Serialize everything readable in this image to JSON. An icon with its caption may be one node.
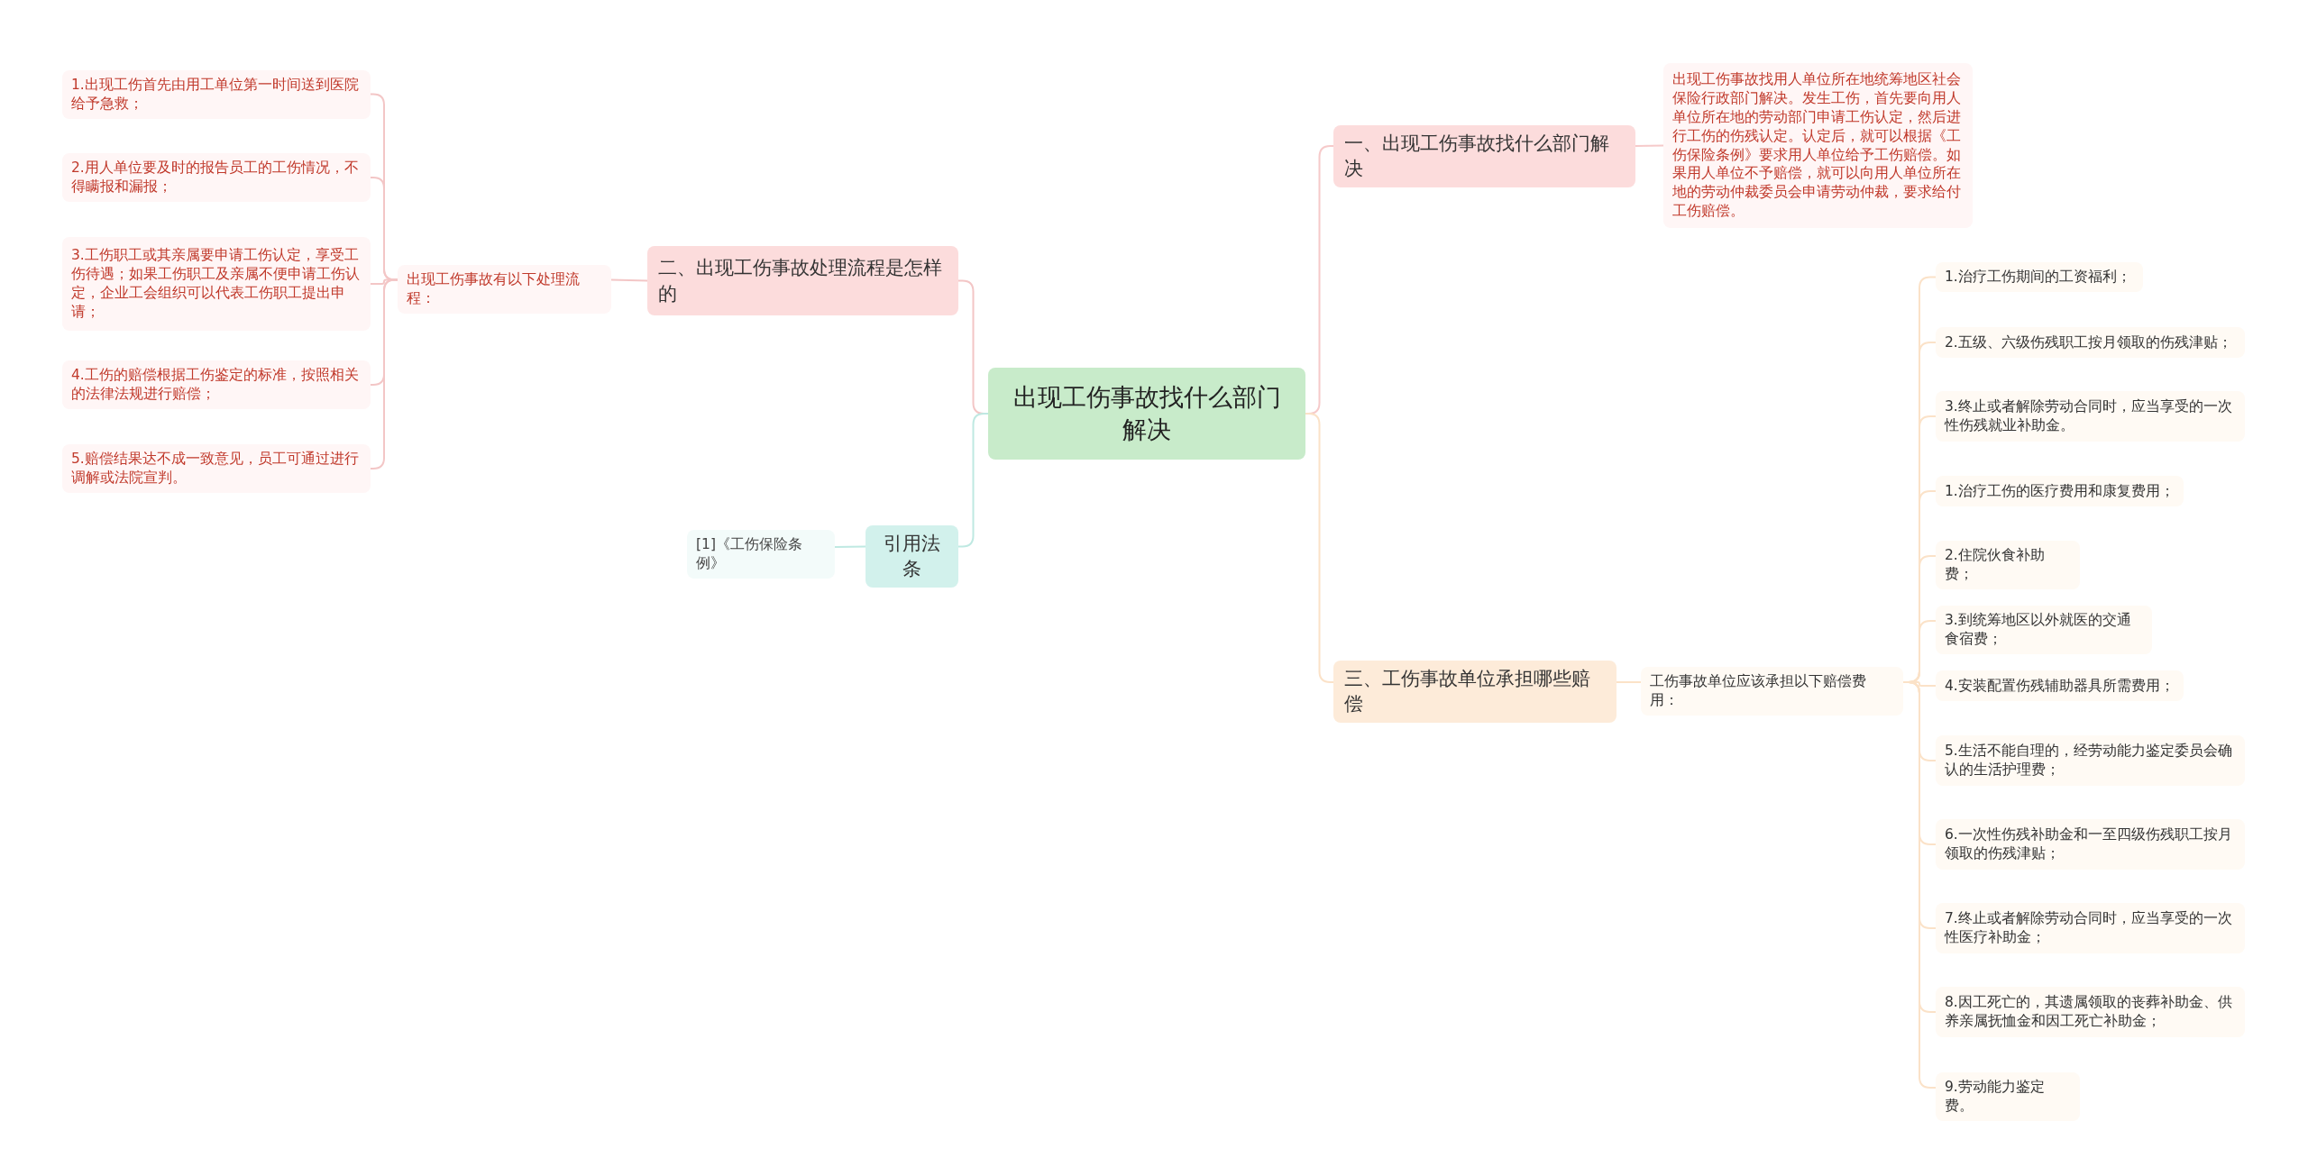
{
  "diagram": {
    "nodes": [
      {
        "text": [
          "出现工伤事故找什么部门解决"
        ]
      },
      {
        "text": [
          "一、出现工伤事故找什么部门解决"
        ]
      },
      {
        "text": [
          "出现工伤事故找用人单位所在地统筹地区社会保险行政部门解决。发生工伤，首先要向用人单位所在地的劳动部门申请工伤认定，然后进行工伤的伤残认定。认定后，就可以根据《工伤保险条例》要求用人单位给予工伤赔偿。如果用人单位不予赔偿，就可以向用人单位所在地的劳动仲裁委员会申请劳动仲裁，要求给付工伤赔偿。"
        ]
      },
      {
        "text": [
          "二、出现工伤事故处理流程是怎样的"
        ]
      },
      {
        "text": [
          "出现工伤事故有以下处理流程："
        ]
      },
      {
        "text": [
          "1.出现工伤首先由用工单位第一时间送到医院给予急救；"
        ]
      },
      {
        "text": [
          "2.用人单位要及时的报告员工的工伤情况，不得瞒报和漏报；"
        ]
      },
      {
        "text": [
          "3.工伤职工或其亲属要申请工伤认定，享受工伤待遇；如果工伤职工及亲属不便申请工伤认定，企业工会组织可以代表工伤职工提出申请；"
        ]
      },
      {
        "text": [
          "4.工伤的赔偿根据工伤鉴定的标准，按照相关的法律法规进行赔偿；"
        ]
      },
      {
        "text": [
          "5.赔偿结果达不成一致意见，员工可通过进行调解或法院宣判。"
        ]
      },
      {
        "text": [
          "引用法条"
        ]
      },
      {
        "text": [
          "[1]《工伤保险条例》"
        ]
      },
      {
        "text": [
          "三、工伤事故单位承担哪些赔偿"
        ]
      },
      {
        "text": [
          "工伤事故单位应该承担以下赔偿费用："
        ]
      },
      {
        "text": [
          "1.治疗工伤期间的工资福利；"
        ]
      },
      {
        "text": [
          "2.五级、六级伤残职工按月领取的伤残津贴；"
        ]
      },
      {
        "text": [
          "3.终止或者解除劳动合同时，应当享受的一次性伤残就业补助金。"
        ]
      },
      {
        "text": [
          "1.治疗工伤的医疗费用和康复费用；"
        ]
      },
      {
        "text": [
          "2.住院伙食补助费；"
        ]
      },
      {
        "text": [
          "3.到统筹地区以外就医的交通食宿费；"
        ]
      },
      {
        "text": [
          "4.安装配置伤残辅助器具所需费用；"
        ]
      },
      {
        "text": [
          "5.生活不能自理的，经劳动能力鉴定委员会确认的生活护理费；"
        ]
      },
      {
        "text": [
          "6.一次性伤残补助金和一至四级伤残职工按月领取的伤残津贴；"
        ]
      },
      {
        "text": [
          "7.终止或者解除劳动合同时，应当享受的一次性医疗补助金；"
        ]
      },
      {
        "text": [
          "8.因工死亡的，其遗属领取的丧葬补助金、供养亲属抚恤金和因工死亡补助金；"
        ]
      },
      {
        "text": [
          "9.劳动能力鉴定费。"
        ]
      }
    ],
    "edges": [
      {
        "from": 0,
        "to": 1,
        "arrow": "none",
        "color": "#f6caca"
      },
      {
        "from": 1,
        "to": 2,
        "arrow": "none",
        "color": "#f6caca"
      },
      {
        "from": 0,
        "to": 3,
        "arrow": "none",
        "color": "#f3c6c6"
      },
      {
        "from": 3,
        "to": 4,
        "arrow": "none",
        "color": "#f3c6c6"
      },
      {
        "from": 4,
        "to": 5,
        "arrow": "none",
        "color": "#f3c6c6"
      },
      {
        "from": 4,
        "to": 6,
        "arrow": "none",
        "color": "#f3c6c6"
      },
      {
        "from": 4,
        "to": 7,
        "arrow": "none",
        "color": "#f3c6c6"
      },
      {
        "from": 4,
        "to": 8,
        "arrow": "none",
        "color": "#f3c6c6"
      },
      {
        "from": 4,
        "to": 9,
        "arrow": "none",
        "color": "#f3c6c6"
      },
      {
        "from": 0,
        "to": 10,
        "arrow": "none",
        "color": "#bfe9e2"
      },
      {
        "from": 10,
        "to": 11,
        "arrow": "none",
        "color": "#bfe9e2"
      },
      {
        "from": 0,
        "to": 12,
        "arrow": "none"
      },
      {
        "from": 12,
        "to": 13,
        "arrow": "none"
      },
      {
        "from": 13,
        "to": 14,
        "arrow": "none"
      },
      {
        "from": 13,
        "to": 15,
        "arrow": "none"
      },
      {
        "from": 13,
        "to": 16,
        "arrow": "none"
      },
      {
        "from": 13,
        "to": 17,
        "arrow": "none"
      },
      {
        "from": 13,
        "to": 18,
        "arrow": "none"
      },
      {
        "from": 13,
        "to": 19,
        "arrow": "none"
      },
      {
        "from": 13,
        "to": 20,
        "arrow": "none"
      },
      {
        "from": 13,
        "to": 21,
        "arrow": "none"
      },
      {
        "from": 13,
        "to": 22,
        "arrow": "none"
      },
      {
        "from": 13,
        "to": 23,
        "arrow": "none"
      },
      {
        "from": 13,
        "to": 24,
        "arrow": "none"
      },
      {
        "from": 13,
        "to": 25,
        "arrow": "none"
      }
    ]
  }
}
